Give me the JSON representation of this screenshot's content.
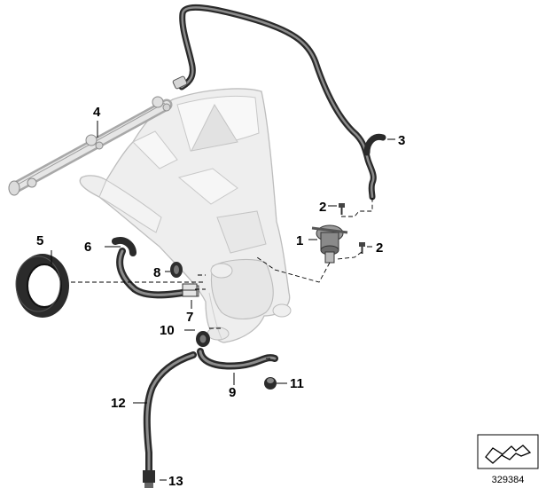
{
  "parts": [
    {
      "id": "1",
      "label": "1"
    },
    {
      "id": "2a",
      "label": "2"
    },
    {
      "id": "2b",
      "label": "2"
    },
    {
      "id": "3",
      "label": "3"
    },
    {
      "id": "4",
      "label": "4"
    },
    {
      "id": "5",
      "label": "5"
    },
    {
      "id": "6",
      "label": "6"
    },
    {
      "id": "7",
      "label": "7"
    },
    {
      "id": "8",
      "label": "8"
    },
    {
      "id": "9",
      "label": "9"
    },
    {
      "id": "10",
      "label": "10"
    },
    {
      "id": "11",
      "label": "11"
    },
    {
      "id": "12",
      "label": "12"
    },
    {
      "id": "13",
      "label": "13"
    }
  ],
  "diagram_code": "329384",
  "colors": {
    "hose": "#2a2a2a",
    "tank": "#eeeeee",
    "outline": "#b9b9b9"
  }
}
